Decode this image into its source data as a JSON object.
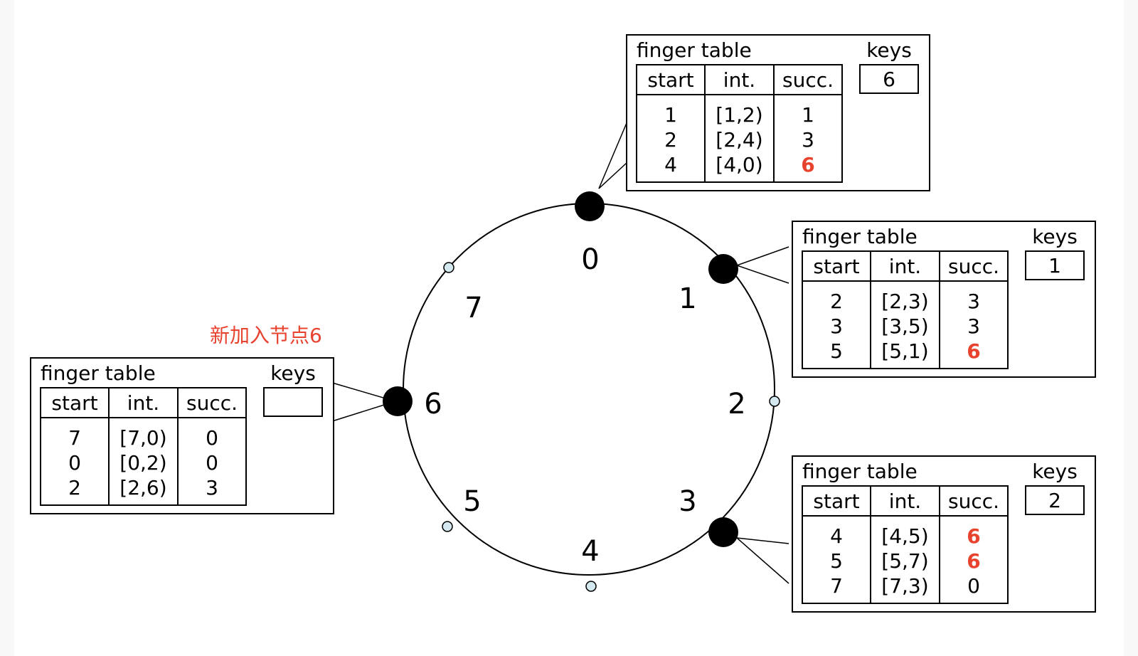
{
  "colors": {
    "highlight": "#e8432f",
    "line": "#000000",
    "small_node_fill": "#d4e9ef"
  },
  "annotation": {
    "text": "新加入节点6"
  },
  "ring": {
    "labels": [
      "0",
      "1",
      "2",
      "3",
      "4",
      "5",
      "6",
      "7"
    ],
    "active_nodes": [
      "0",
      "1",
      "3",
      "6"
    ]
  },
  "finger_tables": [
    {
      "node": "0",
      "title": "finger table",
      "keys_title": "keys",
      "keys_value": "6",
      "headers": [
        "start",
        "int.",
        "succ."
      ],
      "rows": [
        {
          "start": "1",
          "interval": "[1,2)",
          "succ": "1",
          "highlight": false
        },
        {
          "start": "2",
          "interval": "[2,4)",
          "succ": "3",
          "highlight": false
        },
        {
          "start": "4",
          "interval": "[4,0)",
          "succ": "6",
          "highlight": true
        }
      ]
    },
    {
      "node": "1",
      "title": "finger table",
      "keys_title": "keys",
      "keys_value": "1",
      "headers": [
        "start",
        "int.",
        "succ."
      ],
      "rows": [
        {
          "start": "2",
          "interval": "[2,3)",
          "succ": "3",
          "highlight": false
        },
        {
          "start": "3",
          "interval": "[3,5)",
          "succ": "3",
          "highlight": false
        },
        {
          "start": "5",
          "interval": "[5,1)",
          "succ": "6",
          "highlight": true
        }
      ]
    },
    {
      "node": "3",
      "title": "finger table",
      "keys_title": "keys",
      "keys_value": "2",
      "headers": [
        "start",
        "int.",
        "succ."
      ],
      "rows": [
        {
          "start": "4",
          "interval": "[4,5)",
          "succ": "6",
          "highlight": true
        },
        {
          "start": "5",
          "interval": "[5,7)",
          "succ": "6",
          "highlight": true
        },
        {
          "start": "7",
          "interval": "[7,3)",
          "succ": "0",
          "highlight": false
        }
      ]
    },
    {
      "node": "6",
      "title": "finger table",
      "keys_title": "keys",
      "keys_value": "",
      "headers": [
        "start",
        "int.",
        "succ."
      ],
      "rows": [
        {
          "start": "7",
          "interval": "[7,0)",
          "succ": "0",
          "highlight": false
        },
        {
          "start": "0",
          "interval": "[0,2)",
          "succ": "0",
          "highlight": false
        },
        {
          "start": "2",
          "interval": "[2,6)",
          "succ": "3",
          "highlight": false
        }
      ]
    }
  ]
}
